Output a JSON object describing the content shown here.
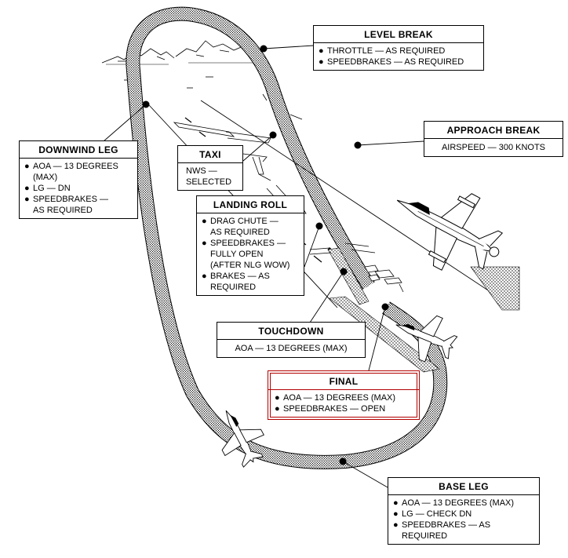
{
  "callouts": {
    "level_break": {
      "title": "LEVEL BREAK",
      "items": [
        "THROTTLE — AS REQUIRED",
        "SPEEDBRAKES — AS REQUIRED"
      ]
    },
    "approach_break": {
      "title": "APPROACH BREAK",
      "text": "AIRSPEED — 300 KNOTS"
    },
    "downwind_leg": {
      "title": "DOWNWIND LEG",
      "items": [
        {
          "line1": "AOA — 13 DEGREES",
          "line2": "(MAX)"
        },
        {
          "line1": "LG — DN",
          "line2": ""
        },
        {
          "line1": "SPEEDBRAKES —",
          "line2": "AS REQUIRED"
        }
      ]
    },
    "taxi": {
      "title": "TAXI",
      "line1": "NWS —",
      "line2": "SELECTED"
    },
    "landing_roll": {
      "title": "LANDING ROLL",
      "items": [
        {
          "line1": "DRAG CHUTE —",
          "line2": "AS REQUIRED",
          "line3": ""
        },
        {
          "line1": "SPEEDBRAKES —",
          "line2": "FULLY OPEN",
          "line3": "(AFTER NLG WOW)"
        },
        {
          "line1": "BRAKES — AS",
          "line2": "REQUIRED",
          "line3": ""
        }
      ]
    },
    "touchdown": {
      "title": "TOUCHDOWN",
      "text": "AOA — 13 DEGREES (MAX)"
    },
    "final": {
      "title": "FINAL",
      "items": [
        "AOA — 13 DEGREES (MAX)",
        "SPEEDBRAKES — OPEN"
      ]
    },
    "base_leg": {
      "title": "BASE LEG",
      "items": [
        {
          "line1": "AOA — 13 DEGREES (MAX)",
          "line2": ""
        },
        {
          "line1": "LG — CHECK DN",
          "line2": ""
        },
        {
          "line1": "SPEEDBRAKES — AS",
          "line2": "REQUIRED"
        }
      ]
    }
  },
  "bullet": "●",
  "colors": {
    "ink": "#000000",
    "final_border": "#b30000"
  }
}
